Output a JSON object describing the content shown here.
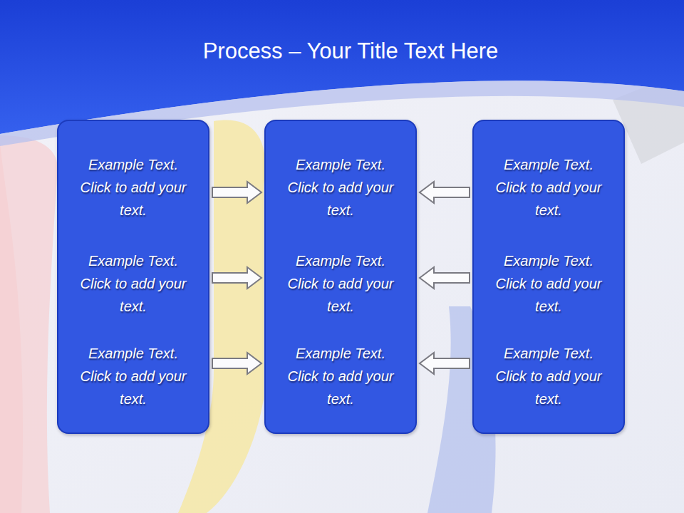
{
  "diagram": {
    "title": "Process – Your Title Text Here",
    "nodes": [
      {
        "text": [
          "Example Text. Click to add your text.",
          "Example Text. Click to add your text.",
          "Example Text. Click to add your text."
        ]
      },
      {
        "text": [
          "Example Text. Click to add your text.",
          "Example Text. Click to add your text.",
          "Example Text. Click to add your text."
        ]
      },
      {
        "text": [
          "Example Text. Click to add your text.",
          "Example Text. Click to add your text.",
          "Example Text. Click to add your text."
        ]
      }
    ],
    "edges": [
      {
        "from": 0,
        "to": 1,
        "arrow": "to"
      },
      {
        "from": 2,
        "to": 1,
        "arrow": "to"
      },
      {
        "from": 0,
        "to": 1,
        "arrow": "to"
      },
      {
        "from": 2,
        "to": 1,
        "arrow": "to"
      },
      {
        "from": 0,
        "to": 1,
        "arrow": "to"
      },
      {
        "from": 2,
        "to": 1,
        "arrow": "to"
      }
    ]
  }
}
